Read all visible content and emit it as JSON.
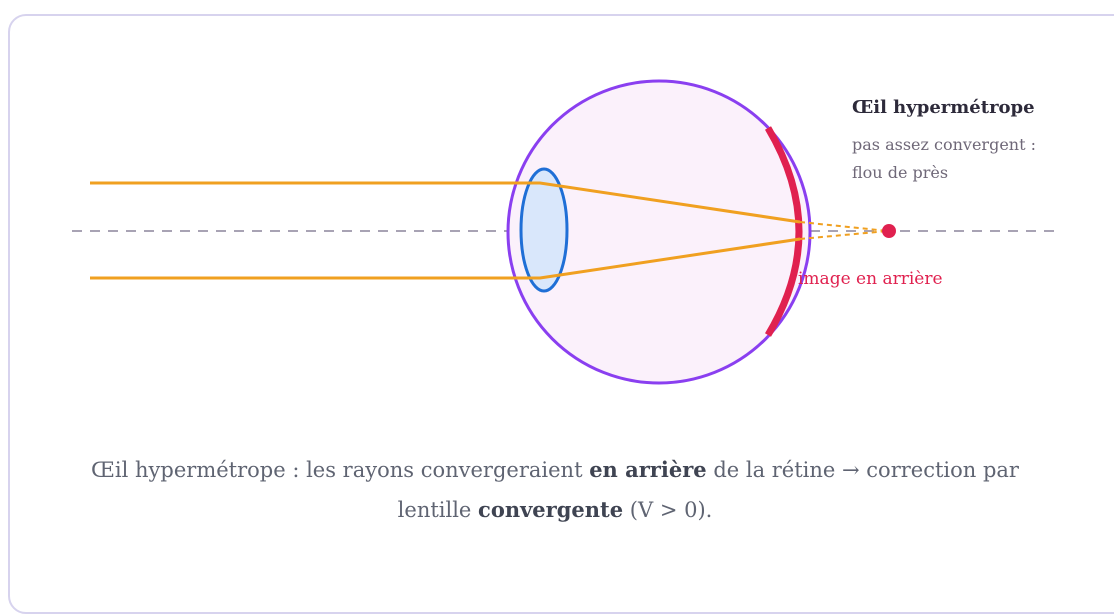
{
  "diagram": {
    "title": "Œil hypermétrope",
    "subtitle_line1": "pas assez convergent :",
    "subtitle_line2": "flou de près",
    "image_label": "image en arrière",
    "colors": {
      "eyeball_stroke": "#8a3ff0",
      "eyeball_fill": "#fbf1fb",
      "lens_stroke": "#1f6fd6",
      "lens_fill": "#d9e7fb",
      "ray": "#f0a020",
      "retina": "#e0214f",
      "focal_point": "#e0214f",
      "axis": "#a8a3b4",
      "title_text": "#2d2a3a",
      "subtitle_text": "#6f6878"
    }
  },
  "caption": {
    "part1": "Œil hypermétrope : les rayons convergeraient ",
    "bold1": "en arrière",
    "part2": " de la rétine → correction par",
    "part3": "lentille ",
    "bold2": "convergente",
    "part4": " (V > 0)."
  }
}
